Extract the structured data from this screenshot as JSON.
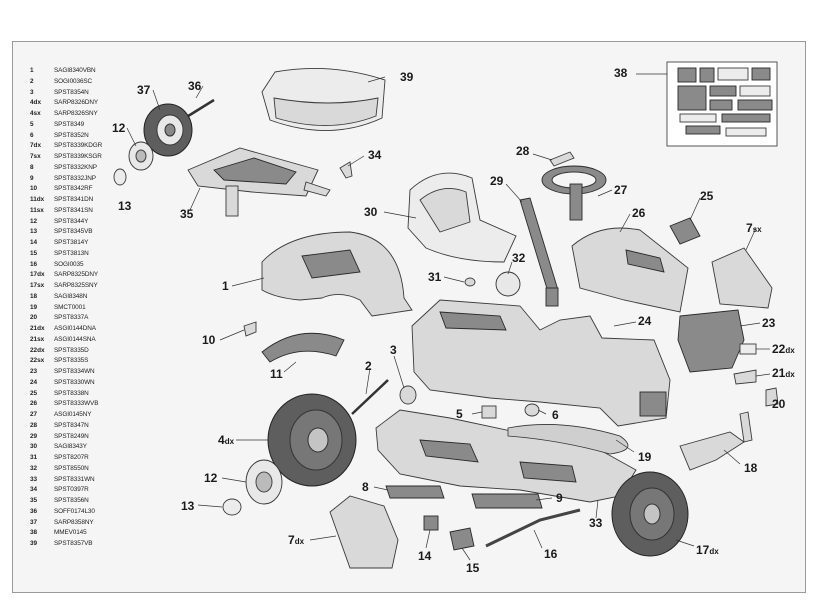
{
  "parts_list": [
    {
      "num": "1",
      "code": "SAGI8340VBN"
    },
    {
      "num": "2",
      "code": "SOGI0036SC"
    },
    {
      "num": "3",
      "code": "SPST8354N"
    },
    {
      "num": "4dx",
      "code": "SARP8326DNY"
    },
    {
      "num": "4sx",
      "code": "SARP8326SNY"
    },
    {
      "num": "5",
      "code": "SPST8349"
    },
    {
      "num": "6",
      "code": "SPST8352N"
    },
    {
      "num": "7dx",
      "code": "SPST8339KDGR"
    },
    {
      "num": "7sx",
      "code": "SPST8339KSGR"
    },
    {
      "num": "8",
      "code": "SPST8332KNP"
    },
    {
      "num": "9",
      "code": "SPST8332JNP"
    },
    {
      "num": "10",
      "code": "SPST8342RF"
    },
    {
      "num": "11dx",
      "code": "SPST8341DN"
    },
    {
      "num": "11sx",
      "code": "SPST8341SN"
    },
    {
      "num": "12",
      "code": "SPST8344Y"
    },
    {
      "num": "13",
      "code": "SPST8345VB"
    },
    {
      "num": "14",
      "code": "SPST3814Y"
    },
    {
      "num": "15",
      "code": "SPST3813N"
    },
    {
      "num": "16",
      "code": "SOGI0035"
    },
    {
      "num": "17dx",
      "code": "SARP8325DNY"
    },
    {
      "num": "17sx",
      "code": "SARP8325SNY"
    },
    {
      "num": "18",
      "code": "SAGI8348N"
    },
    {
      "num": "19",
      "code": "SMCT0001"
    },
    {
      "num": "20",
      "code": "SPST8337A"
    },
    {
      "num": "21dx",
      "code": "ASGI0144DNA"
    },
    {
      "num": "21sx",
      "code": "ASGI0144SNA"
    },
    {
      "num": "22dx",
      "code": "SPST8335D"
    },
    {
      "num": "22sx",
      "code": "SPST8335S"
    },
    {
      "num": "23",
      "code": "SPST8334WN"
    },
    {
      "num": "24",
      "code": "SPST8330WN"
    },
    {
      "num": "25",
      "code": "SPST8338N"
    },
    {
      "num": "26",
      "code": "SPST8333WVB"
    },
    {
      "num": "27",
      "code": "ASGI0145NY"
    },
    {
      "num": "28",
      "code": "SPST8347N"
    },
    {
      "num": "29",
      "code": "SPST8249N"
    },
    {
      "num": "30",
      "code": "SAGI8343Y"
    },
    {
      "num": "31",
      "code": "SPST8207R"
    },
    {
      "num": "32",
      "code": "SPST8550N"
    },
    {
      "num": "33",
      "code": "SPST8331WN"
    },
    {
      "num": "34",
      "code": "SPST0397R"
    },
    {
      "num": "35",
      "code": "SPST8356N"
    },
    {
      "num": "36",
      "code": "SOFF0174L30"
    },
    {
      "num": "37",
      "code": "SARP8358NY"
    },
    {
      "num": "38",
      "code": "MMEV0145"
    },
    {
      "num": "39",
      "code": "SPST8357VB"
    }
  ],
  "callouts": {
    "c1": "1",
    "c2": "2",
    "c3": "3",
    "c4": "4",
    "c4_sub": "dx",
    "c5": "5",
    "c6": "6",
    "c7a": "7",
    "c7a_sub": "sx",
    "c7b": "7",
    "c7b_sub": "dx",
    "c8": "8",
    "c9": "9",
    "c10": "10",
    "c11": "11",
    "c12a": "12",
    "c12b": "12",
    "c13a": "13",
    "c13b": "13",
    "c14": "14",
    "c15": "15",
    "c16": "16",
    "c17": "17",
    "c17_sub": "dx",
    "c18": "18",
    "c19": "19",
    "c20": "20",
    "c21": "21",
    "c21_sub": "dx",
    "c22": "22",
    "c22_sub": "dx",
    "c23": "23",
    "c24": "24",
    "c25": "25",
    "c26": "26",
    "c27": "27",
    "c28": "28",
    "c29": "29",
    "c30": "30",
    "c31": "31",
    "c32": "32",
    "c33": "33",
    "c34": "34",
    "c35": "35",
    "c36": "36",
    "c37": "37",
    "c38": "38",
    "c39": "39"
  }
}
